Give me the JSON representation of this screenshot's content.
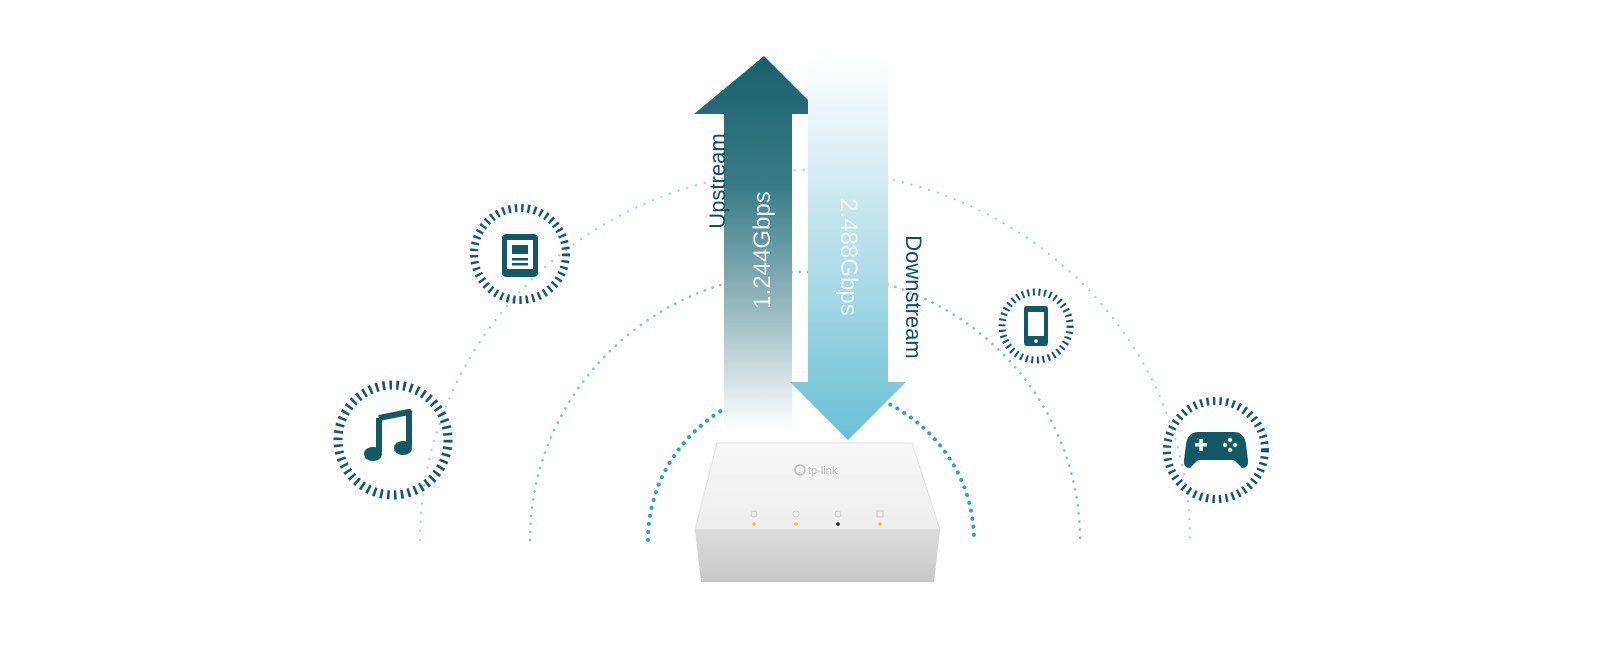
{
  "arrows": {
    "upstream_label": "Upstream",
    "upstream_speed": "1.244Gbps",
    "downstream_label": "Downstream",
    "downstream_speed": "2.488Gbps"
  },
  "device": {
    "brand": "tp-link"
  },
  "icons": [
    "music-icon",
    "tablet-icon",
    "smartphone-icon",
    "gamepad-icon"
  ],
  "colors": {
    "upstream_arrow": "#1a6371",
    "downstream_arrow": "#7fc7da",
    "icon": "#135866",
    "dots": "#3aa9c0"
  }
}
